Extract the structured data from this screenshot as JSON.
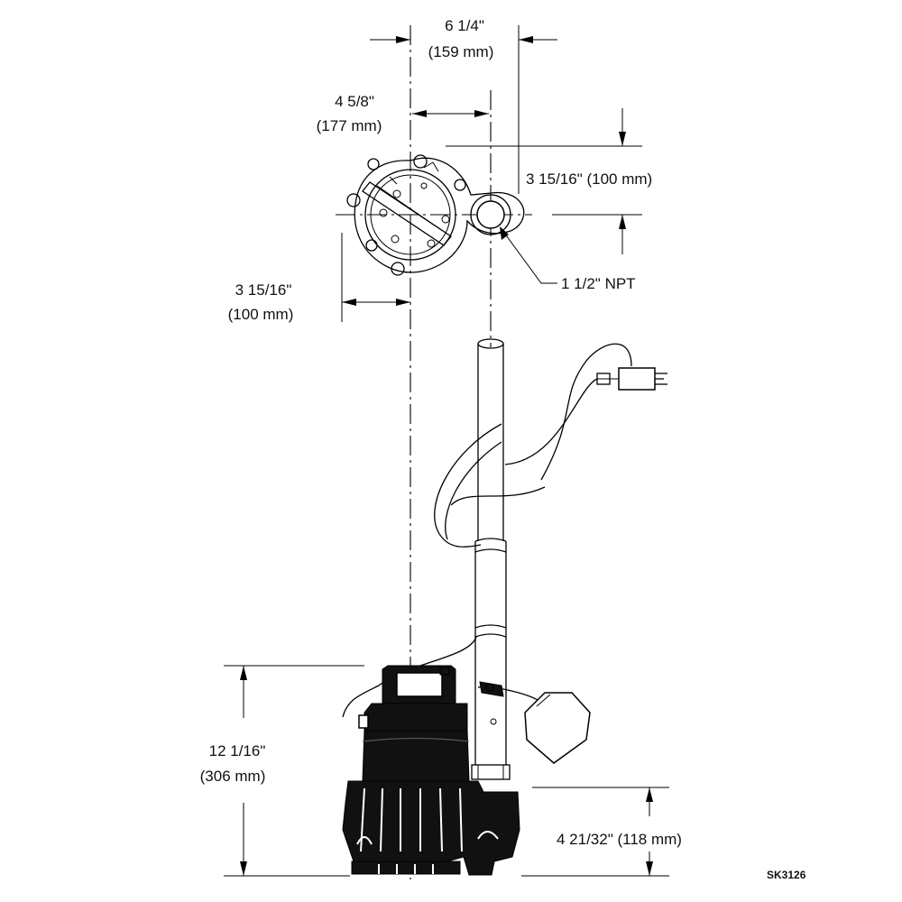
{
  "dimensions": {
    "top_width_in": "6 1/4\"",
    "top_width_mm": "(159 mm)",
    "discharge_offset_in": "4 5/8\"",
    "discharge_offset_mm": "(177 mm)",
    "vertical_offset": "3 15/16\" (100 mm)",
    "side_offset_in": "3 15/16\"",
    "side_offset_mm": "(100 mm)",
    "discharge_size": "1 1/2\" NPT",
    "pump_height_in": "12 1/16\"",
    "pump_height_mm": "(306 mm)",
    "inlet_height": "4 21/32\" (118 mm)"
  },
  "drawing_code": "SK3126"
}
